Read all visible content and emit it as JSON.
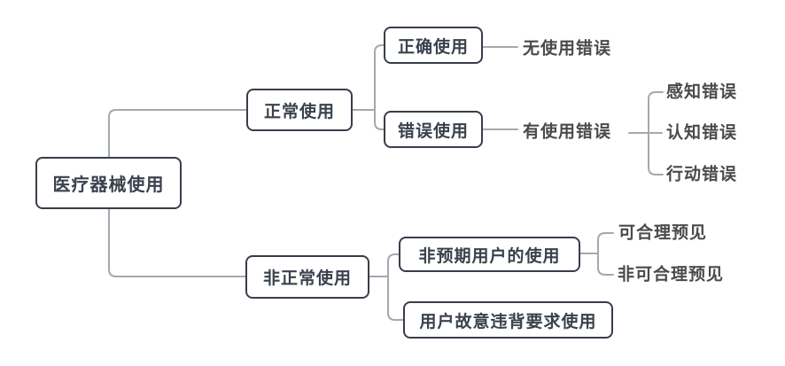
{
  "colors": {
    "node_border": "#363e4a",
    "node_fill": "#ffffff",
    "node_text": "#3a414d",
    "leaf_text": "#4a4a4a",
    "connector": "#a5a8ad",
    "background": "#ffffff"
  },
  "diagram_type": "mindmap",
  "tree": {
    "label": "医疗器械使用",
    "children": [
      {
        "label": "正常使用",
        "children": [
          {
            "label": "正确使用",
            "children": [
              {
                "label": "无使用错误",
                "children": []
              }
            ]
          },
          {
            "label": "错误使用",
            "children": [
              {
                "label": "有使用错误",
                "children": [
                  {
                    "label": "感知错误"
                  },
                  {
                    "label": "认知错误"
                  },
                  {
                    "label": "行动错误"
                  }
                ]
              }
            ]
          }
        ]
      },
      {
        "label": "非正常使用",
        "children": [
          {
            "label": "非预期用户的使用",
            "children": [
              {
                "label": "可合理预见"
              },
              {
                "label": "非可合理预见"
              }
            ]
          },
          {
            "label": "用户故意违背要求使用",
            "children": []
          }
        ]
      }
    ]
  }
}
